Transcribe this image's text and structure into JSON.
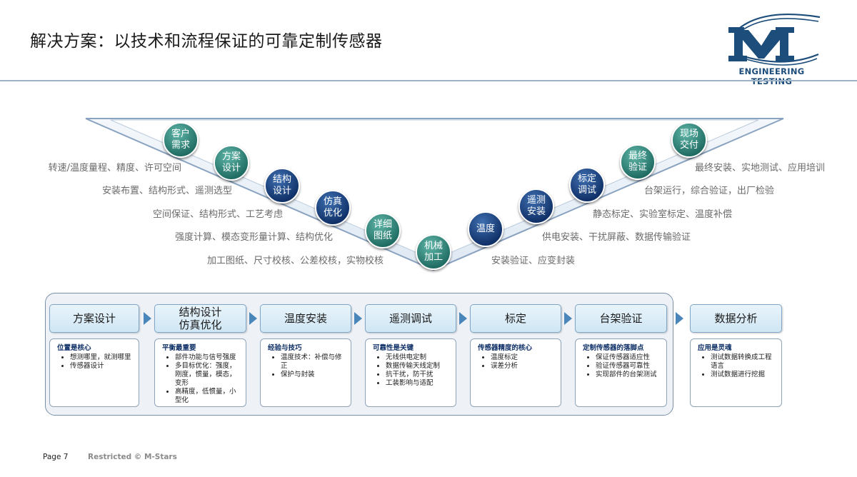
{
  "title": "解决方案：以技术和流程保证的可靠定制传感器",
  "logo": {
    "text": "ENGINEERING TESTING",
    "letter": "M"
  },
  "colors": {
    "teal": "#2f8a7e",
    "navy": "#163c7a",
    "rule": "#9fb3c8",
    "logo": "#1d4d7a"
  },
  "v_process": {
    "nodes": [
      {
        "label": "客户\n需求",
        "style": "teal"
      },
      {
        "label": "方案\n设计",
        "style": "teal"
      },
      {
        "label": "结构\n设计",
        "style": "blue"
      },
      {
        "label": "仿真\n优化",
        "style": "blue"
      },
      {
        "label": "详细\n图纸",
        "style": "teal"
      },
      {
        "label": "机械\n加工",
        "style": "teal"
      },
      {
        "label": "温度",
        "style": "blue"
      },
      {
        "label": "遥测\n安装",
        "style": "blue"
      },
      {
        "label": "标定\n调试",
        "style": "blue"
      },
      {
        "label": "最终\n验证",
        "style": "teal"
      },
      {
        "label": "现场\n交付",
        "style": "teal"
      }
    ],
    "left_notes": [
      "转速/温度量程、精度、许可空间",
      "安装布置、结构形式、遥测选型",
      "空间保证、结构形式、工艺考虑",
      "强度计算、模态变形量计算、结构优化",
      "加工图纸、尺寸校核、公差校核，实物校核"
    ],
    "right_notes": [
      "最终安装、实地测试、应用培训",
      "台架运行，综合验证，出厂检验",
      "静态标定、实验室标定、温度补偿",
      "供电安装、干扰屏蔽、数据传输验证",
      "安装验证、应变封装"
    ]
  },
  "phases": [
    {
      "label": "方案设计",
      "heading": "位置是核心",
      "items": [
        "想测哪里，就测哪里",
        "传感器设计"
      ]
    },
    {
      "label": "结构设计\n仿真优化",
      "heading": "平衡最重要",
      "items": [
        "部件功能与信号强度",
        "多目标优化：强度，刚度，惯量，模态，变形",
        "高精度，低惯量，小型化"
      ]
    },
    {
      "label": "温度安装",
      "heading": "经验与技巧",
      "items": [
        "温度技术：补偿与修正",
        "保护与封装"
      ]
    },
    {
      "label": "遥测调试",
      "heading": "可靠性是关键",
      "items": [
        "无线供电定制",
        "数据传输天线定制",
        "抗干扰，防干扰",
        "工装影响与适配"
      ]
    },
    {
      "label": "标定",
      "heading": "传感器精度的核心",
      "items": [
        "温度标定",
        "误差分析"
      ]
    },
    {
      "label": "台架验证",
      "heading": "定制传感器的落脚点",
      "items": [
        "保证传感器适应性",
        "验证传感器可靠性",
        "实现部件的台架测试"
      ]
    },
    {
      "label": "数据分析",
      "heading": "应用是灵魂",
      "items": [
        "测试数据转换成工程语言",
        "测试数据进行挖掘"
      ]
    }
  ],
  "footer": {
    "page": "Page 7",
    "restricted": "Restricted © M-Stars"
  }
}
